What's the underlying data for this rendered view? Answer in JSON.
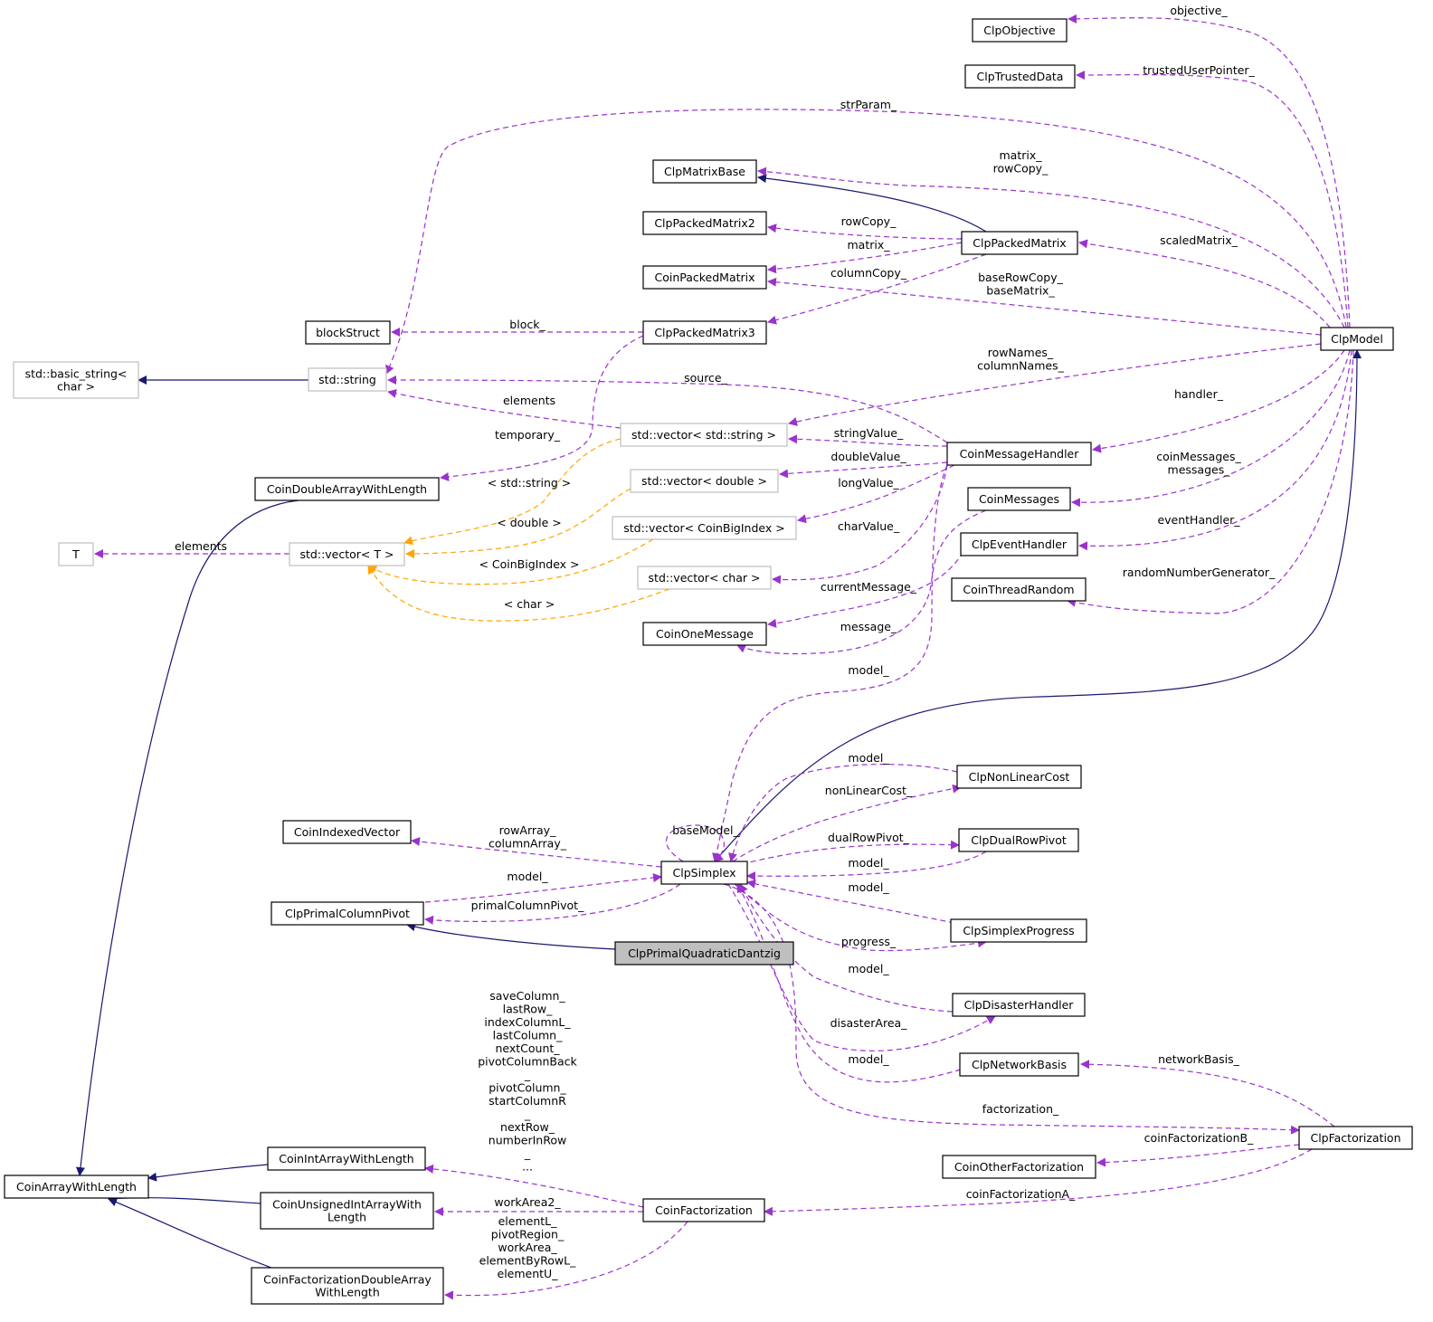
{
  "nodes": {
    "ClpObjective": "ClpObjective",
    "ClpTrustedData": "ClpTrustedData",
    "ClpMatrixBase": "ClpMatrixBase",
    "ClpPackedMatrix2": "ClpPackedMatrix2",
    "ClpPackedMatrix": "ClpPackedMatrix",
    "CoinPackedMatrix": "CoinPackedMatrix",
    "ClpPackedMatrix3": "ClpPackedMatrix3",
    "blockStruct": "blockStruct",
    "std_basic_string": [
      "std::basic_string<",
      "char >"
    ],
    "std_string": "std::string",
    "ClpModel": "ClpModel",
    "std_vector_string": "std::vector< std::string >",
    "CoinMessageHandler": "CoinMessageHandler",
    "CoinDoubleArrayWithLength": "CoinDoubleArrayWithLength",
    "std_vector_double": "std::vector< double >",
    "CoinMessages": "CoinMessages",
    "T": "T",
    "std_vector_T": "std::vector< T >",
    "std_vector_CoinBigIndex": "std::vector< CoinBigIndex >",
    "ClpEventHandler": "ClpEventHandler",
    "std_vector_char": "std::vector< char >",
    "CoinThreadRandom": "CoinThreadRandom",
    "CoinOneMessage": "CoinOneMessage",
    "ClpNonLinearCost": "ClpNonLinearCost",
    "CoinIndexedVector": "CoinIndexedVector",
    "ClpDualRowPivot": "ClpDualRowPivot",
    "ClpSimplex": "ClpSimplex",
    "ClpPrimalColumnPivot": "ClpPrimalColumnPivot",
    "ClpSimplexProgress": "ClpSimplexProgress",
    "ClpPrimalQuadraticDantzig": "ClpPrimalQuadraticDantzig",
    "ClpDisasterHandler": "ClpDisasterHandler",
    "ClpNetworkBasis": "ClpNetworkBasis",
    "ClpFactorization": "ClpFactorization",
    "CoinIntArrayWithLength": "CoinIntArrayWithLength",
    "CoinOtherFactorization": "CoinOtherFactorization",
    "CoinArrayWithLength": "CoinArrayWithLength",
    "CoinUnsignedIntArrayWithLength": [
      "CoinUnsignedIntArrayWith",
      "Length"
    ],
    "CoinFactorization": "CoinFactorization",
    "CoinFactorizationDoubleArrayWithLength": [
      "CoinFactorizationDoubleArray",
      "WithLength"
    ]
  },
  "edges": {
    "objective": [
      "objective_"
    ],
    "trustedUserPointer": [
      "trustedUserPointer_"
    ],
    "strParam": [
      "strParam_"
    ],
    "matrix_rowCopy": [
      "matrix_",
      "rowCopy_"
    ],
    "rowCopy": [
      "rowCopy_"
    ],
    "matrix": [
      "matrix_"
    ],
    "scaledMatrix": [
      "scaledMatrix_"
    ],
    "columnCopy": [
      "columnCopy_"
    ],
    "baseRowCopy_baseMatrix": [
      "baseRowCopy_",
      "baseMatrix_"
    ],
    "block": [
      "block_"
    ],
    "rowNames_columnNames": [
      "rowNames_",
      "columnNames_"
    ],
    "source": [
      "source_"
    ],
    "elements_string": [
      "elements"
    ],
    "handler": [
      "handler_"
    ],
    "temporary": [
      "temporary_"
    ],
    "stringValue": [
      "stringValue_"
    ],
    "doubleValue": [
      "doubleValue_"
    ],
    "coinMessages_messages": [
      "coinMessages_",
      "messages_"
    ],
    "tmpl_string": [
      "< std::string >"
    ],
    "longValue": [
      "longValue_"
    ],
    "tmpl_double": [
      "< double >"
    ],
    "eventHandler": [
      "eventHandler_"
    ],
    "charValue": [
      "charValue_"
    ],
    "elements_T": [
      "elements"
    ],
    "tmpl_CoinBigIndex": [
      "< CoinBigIndex >"
    ],
    "randomNumberGenerator": [
      "randomNumberGenerator_"
    ],
    "currentMessage": [
      "currentMessage_"
    ],
    "tmpl_char": [
      "< char >"
    ],
    "message": [
      "message_"
    ],
    "model_handler": [
      "model_"
    ],
    "model_nlc": [
      "model_"
    ],
    "nonLinearCost": [
      "nonLinearCost_"
    ],
    "rowArray_columnArray": [
      "rowArray_",
      "columnArray_"
    ],
    "baseModel": [
      "baseModel_"
    ],
    "dualRowPivot": [
      "dualRowPivot_"
    ],
    "model_drp": [
      "model_"
    ],
    "model_pcp": [
      "model_"
    ],
    "model_sp": [
      "model_"
    ],
    "primalColumnPivot": [
      "primalColumnPivot_"
    ],
    "progress": [
      "progress_"
    ],
    "model_dh": [
      "model_"
    ],
    "disasterArea": [
      "disasterArea_"
    ],
    "model_nb": [
      "model_"
    ],
    "networkBasis": [
      "networkBasis_"
    ],
    "factorization": [
      "factorization_"
    ],
    "coinFactorizationB": [
      "coinFactorizationB_"
    ],
    "int_arrays": [
      "saveColumn_",
      "lastRow_",
      "indexColumnL_",
      "lastColumn_",
      "nextCount_",
      "pivotColumnBack",
      "_",
      "pivotColumn_",
      "startColumnR",
      "_",
      "nextRow_",
      "numberInRow",
      "_",
      "..."
    ],
    "coinFactorizationA": [
      "coinFactorizationA_"
    ],
    "workArea2": [
      "workArea2_"
    ],
    "double_arrays": [
      "elementL_",
      "pivotRegion_",
      "workArea_",
      "elementByRowL_",
      "elementU_"
    ]
  }
}
